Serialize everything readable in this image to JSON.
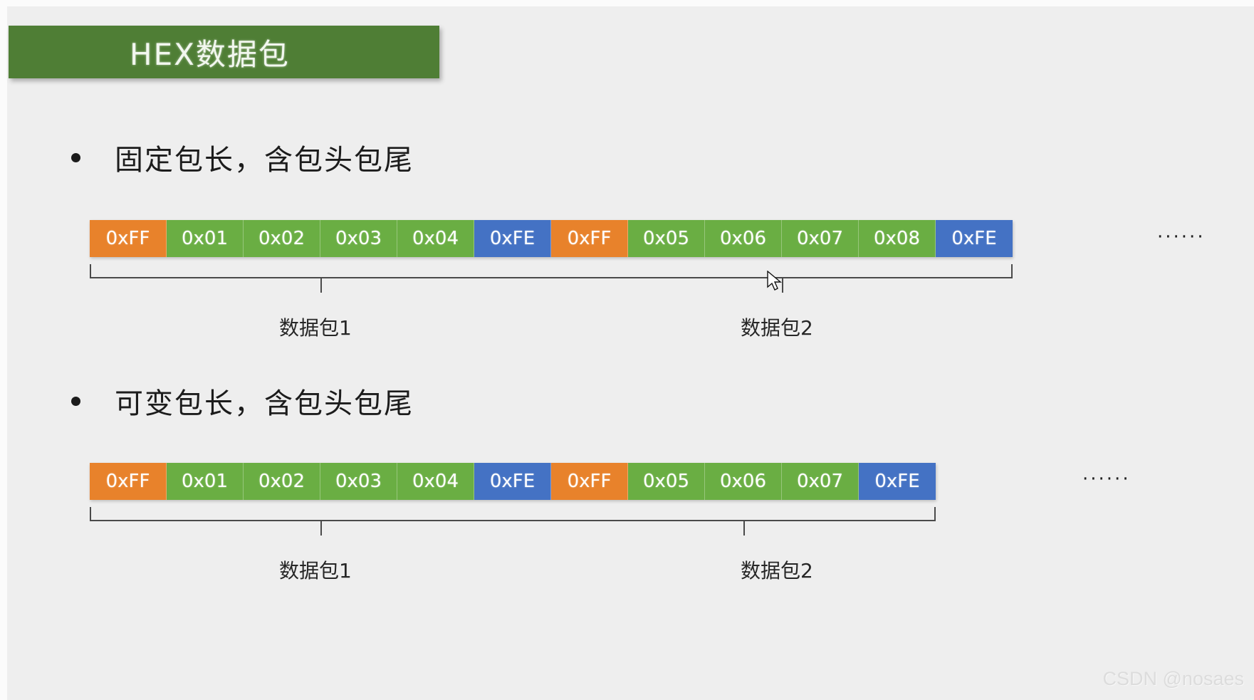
{
  "slide": {
    "background_color": "#eeeeee",
    "title": "HEX数据包",
    "title_banner_color": "#4f7e35",
    "title_text_color": "#f2f7ef"
  },
  "palette": {
    "header_byte": "#e8822b",
    "payload_byte": "#6aae43",
    "tail_byte": "#4472c4",
    "bracket": "#4a4a4a",
    "text": "#1c1c1c"
  },
  "sections": [
    {
      "bullet": "固定包长，含包头包尾",
      "ellipsis": "······",
      "bytes": [
        {
          "label": "0xFF",
          "role": "head"
        },
        {
          "label": "0x01",
          "role": "body"
        },
        {
          "label": "0x02",
          "role": "body"
        },
        {
          "label": "0x03",
          "role": "body"
        },
        {
          "label": "0x04",
          "role": "body"
        },
        {
          "label": "0xFE",
          "role": "tail"
        },
        {
          "label": "0xFF",
          "role": "head"
        },
        {
          "label": "0x05",
          "role": "body"
        },
        {
          "label": "0x06",
          "role": "body"
        },
        {
          "label": "0x07",
          "role": "body"
        },
        {
          "label": "0x08",
          "role": "body"
        },
        {
          "label": "0xFE",
          "role": "tail"
        }
      ],
      "packet_labels": [
        "数据包1",
        "数据包2"
      ]
    },
    {
      "bullet": "可变包长，含包头包尾",
      "ellipsis": "······",
      "bytes": [
        {
          "label": "0xFF",
          "role": "head"
        },
        {
          "label": "0x01",
          "role": "body"
        },
        {
          "label": "0x02",
          "role": "body"
        },
        {
          "label": "0x03",
          "role": "body"
        },
        {
          "label": "0x04",
          "role": "body"
        },
        {
          "label": "0xFE",
          "role": "tail"
        },
        {
          "label": "0xFF",
          "role": "head"
        },
        {
          "label": "0x05",
          "role": "body"
        },
        {
          "label": "0x06",
          "role": "body"
        },
        {
          "label": "0x07",
          "role": "body"
        },
        {
          "label": "0xFE",
          "role": "tail"
        }
      ],
      "packet_labels": [
        "数据包1",
        "数据包2"
      ]
    }
  ],
  "watermark": "CSDN @nosaes"
}
